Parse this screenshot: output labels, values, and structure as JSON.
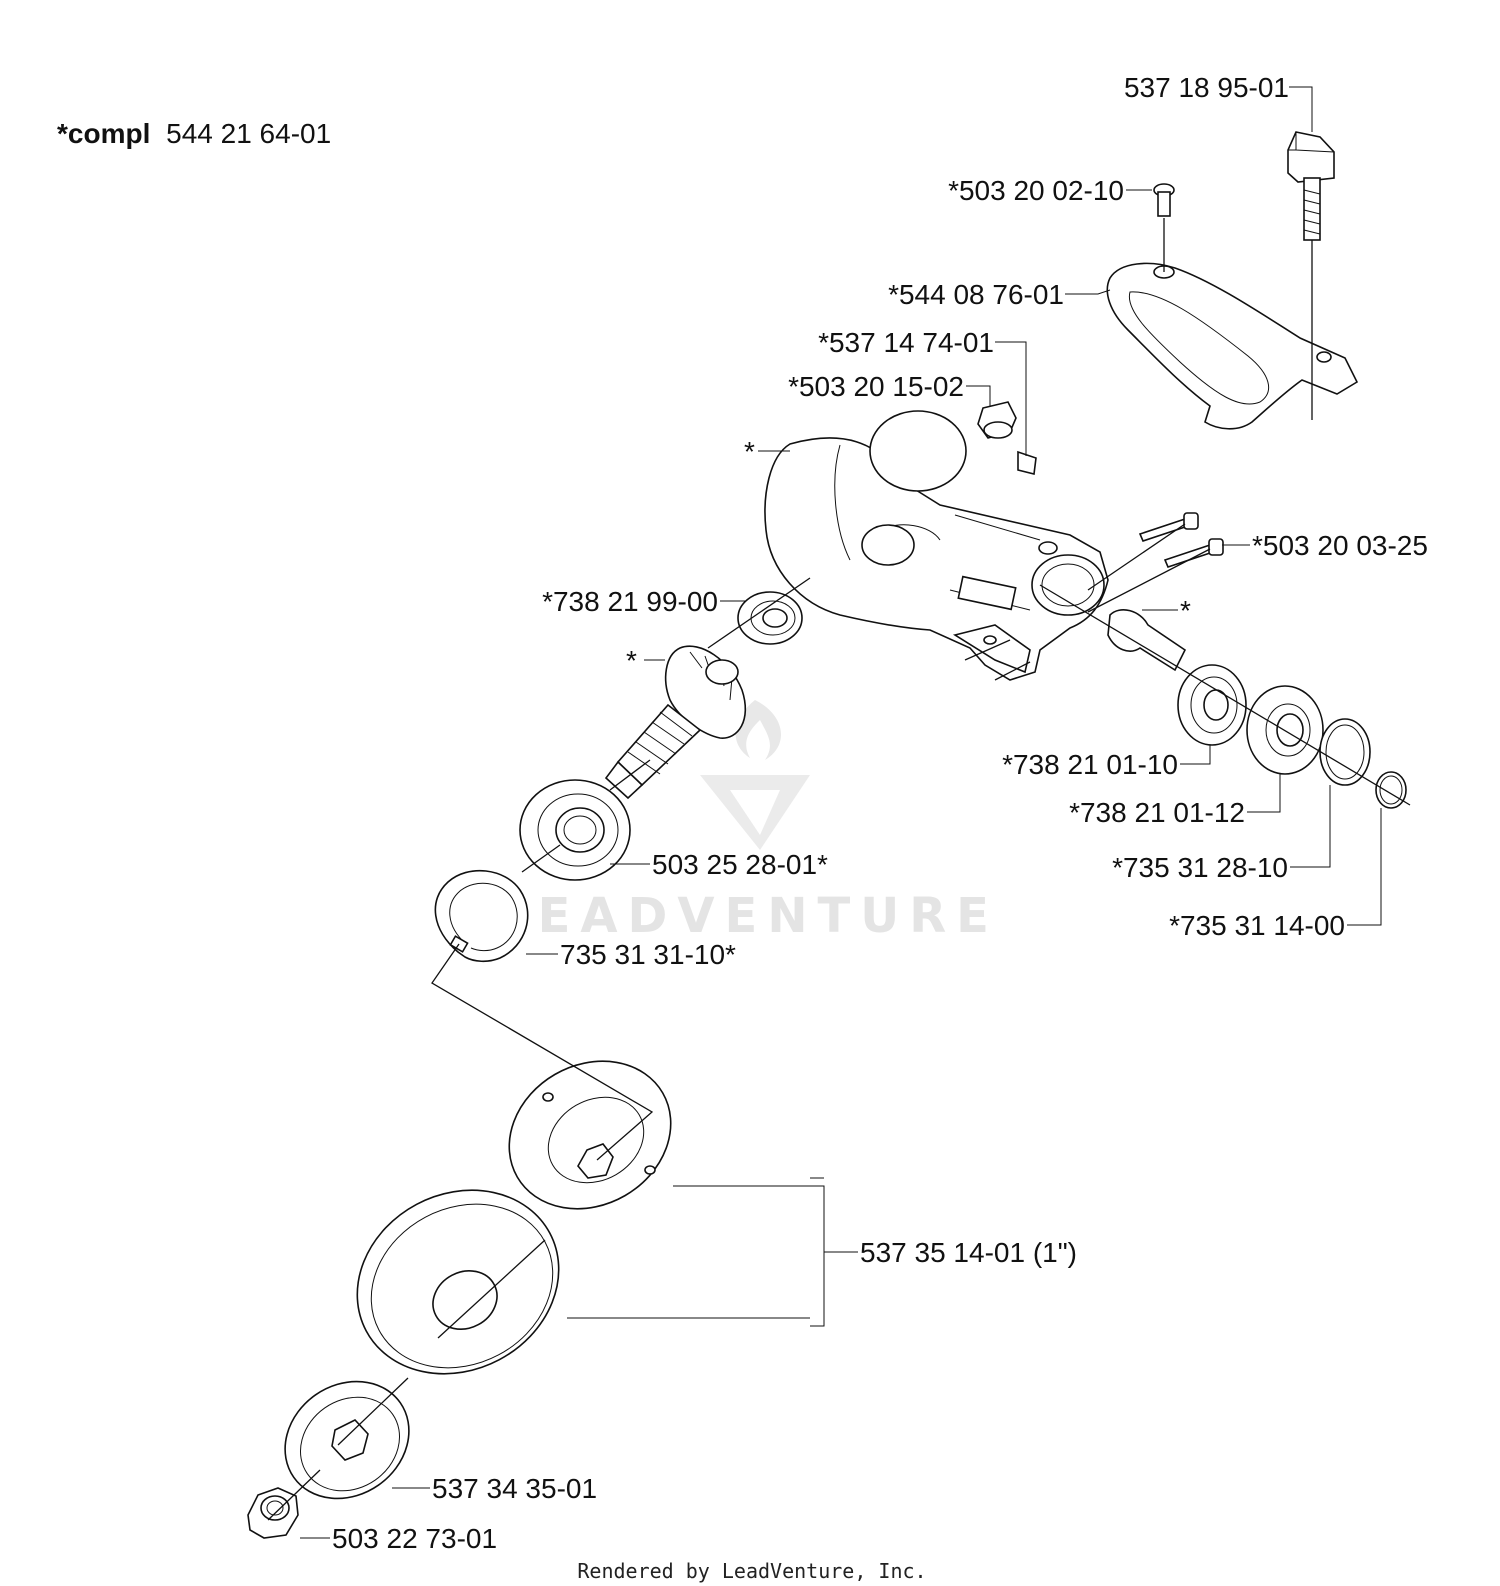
{
  "header": {
    "prefix": "*compl",
    "number": "544 21 64-01"
  },
  "watermark": "LEADVENTURE",
  "footer": "Rendered by LeadVenture, Inc.",
  "labels": {
    "p537_18_95_01": "537 18 95-01",
    "p503_20_02_10": "*503 20 02-10",
    "p544_08_76_01": "*544 08 76-01",
    "p537_14_74_01": "*537 14 74-01",
    "p503_20_15_02": "*503 20 15-02",
    "housing_star": "*",
    "p503_20_03_25": "*503 20 03-25",
    "p738_21_99_00": "*738 21 99-00",
    "shaft_star": "*",
    "pinion_star": "*",
    "p738_21_01_10": "*738 21 01-10",
    "p738_21_01_12": "*738 21 01-12",
    "p735_31_28_10": "*735 31 28-10",
    "p735_31_14_00": "*735 31 14-00",
    "p503_25_28_01": "503 25 28-01*",
    "p735_31_31_10": "735 31 31-10*",
    "p537_35_14_01": "537 35 14-01 (1\")",
    "p537_34_35_01": "537 34 35-01",
    "p503_22_73_01": "503 22 73-01"
  },
  "colors": {
    "ink": "#111111",
    "watermark": "#e4e4e4",
    "background": "#ffffff"
  }
}
